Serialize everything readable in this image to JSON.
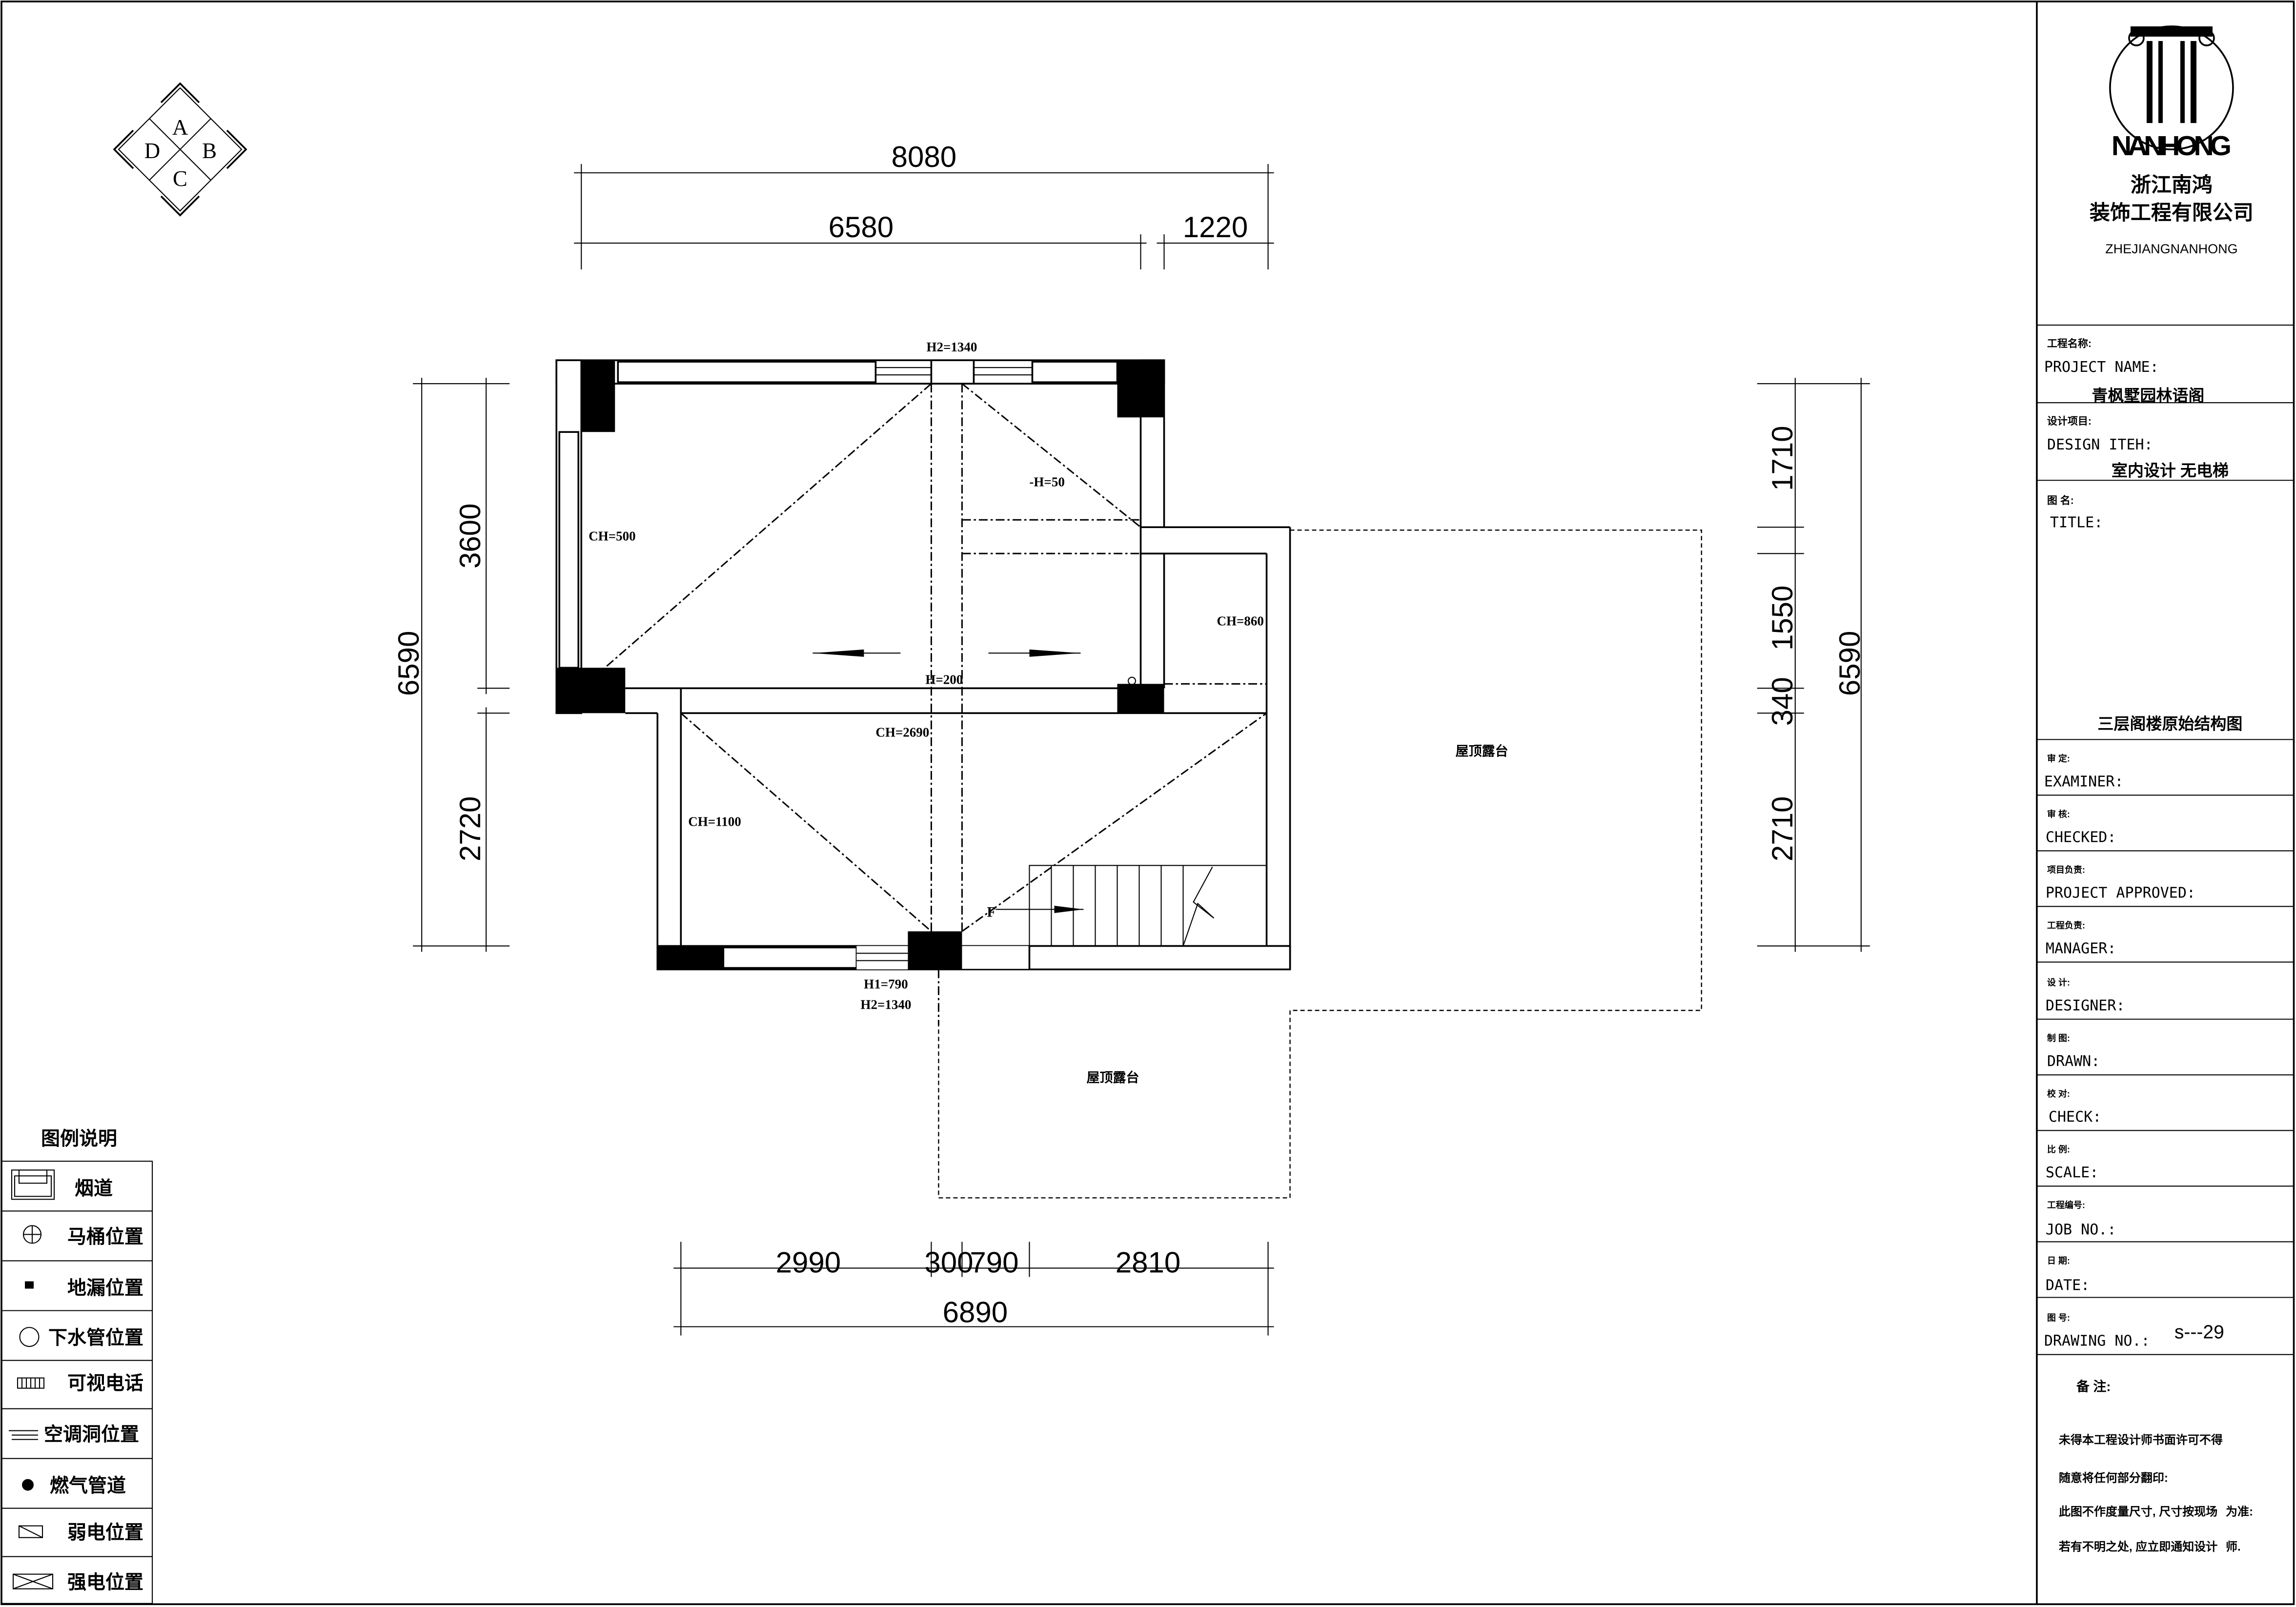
{
  "compass": {
    "a": "A",
    "b": "B",
    "c": "C",
    "d": "D"
  },
  "dimensions": {
    "top_total": "8080",
    "top_left": "6580",
    "top_right": "1220",
    "left_total": "6590",
    "left_upper": "3600",
    "left_lower": "2720",
    "right_1": "1710",
    "right_2": "1550",
    "right_3": "340",
    "right_4": "2710",
    "right_total": "6590",
    "bottom_1": "2990",
    "bottom_2": "300",
    "bottom_3": "790",
    "bottom_4": "2810",
    "bottom_total": "6890"
  },
  "plan_labels": {
    "h2_top": "H2=1340",
    "h_50": "-H=50",
    "ch_500": "CH=500",
    "ch_860": "CH=860",
    "h_200": "H=200",
    "ch_2690": "CH=2690",
    "ch_1100": "CH=1100",
    "h1_bottom": "H1=790",
    "h2_bottom": "H2=1340",
    "stair_down": "F",
    "terrace_1": "屋顶露台",
    "terrace_2": "屋顶露台"
  },
  "legend": {
    "title": "图例说明",
    "items": [
      {
        "icon": "flue-icon",
        "label": "烟道"
      },
      {
        "icon": "toilet-icon",
        "label": "马桶位置"
      },
      {
        "icon": "floor-drain-icon",
        "label": "地漏位置"
      },
      {
        "icon": "drain-pipe-icon",
        "label": "下水管位置"
      },
      {
        "icon": "video-phone-icon",
        "label": "可视电话"
      },
      {
        "icon": "ac-hole-icon",
        "label": "空调洞位置"
      },
      {
        "icon": "gas-pipe-icon",
        "label": "燃气管道"
      },
      {
        "icon": "low-voltage-icon",
        "label": "弱电位置"
      },
      {
        "icon": "high-voltage-icon",
        "label": "强电位置"
      }
    ]
  },
  "title_block": {
    "company_en": "NANHONG",
    "company_cn_1": "浙江南鸿",
    "company_cn_2": "装饰工程有限公司",
    "company_pinyin": "ZHEJIANGNANHONG",
    "project_name_cn": "工程名称:",
    "project_name_en": "PROJECT NAME:",
    "project_name_value": "青枫墅园林语阁",
    "design_item_cn": "设计项目:",
    "design_item_en": "DESIGN ITEH:",
    "design_item_value": "室内设计 无电梯",
    "title_cn": "图 名:",
    "title_en": "TITLE:",
    "title_value": "三层阁楼原始结构图",
    "rows": [
      {
        "cn": "审 定:",
        "en": "EXAMINER:"
      },
      {
        "cn": "审 核:",
        "en": "CHECKED:"
      },
      {
        "cn": "项目负责:",
        "en": "PROJECT  APPROVED:"
      },
      {
        "cn": "工程负责:",
        "en": "MANAGER:"
      },
      {
        "cn": "设 计:",
        "en": "DESIGNER:"
      },
      {
        "cn": "制 图:",
        "en": "DRAWN:"
      },
      {
        "cn": "校 对:",
        "en": "CHECK:"
      },
      {
        "cn": "比 例:",
        "en": "SCALE:"
      },
      {
        "cn": "工程编号:",
        "en": "JOB  NO.:"
      },
      {
        "cn": "日 期:",
        "en": "DATE:"
      },
      {
        "cn": "图 号:",
        "en": "DRAWING NO.:"
      }
    ],
    "drawing_no_value": "s---29",
    "remarks_label": "备    注:",
    "remarks": [
      "未得本工程设计师书面许可不得",
      "随意将任何部分翻印:",
      "此图不作度量尺寸, 尺寸按现场",
      "为准:",
      "若有不明之处, 应立即通知设计",
      "师."
    ]
  }
}
